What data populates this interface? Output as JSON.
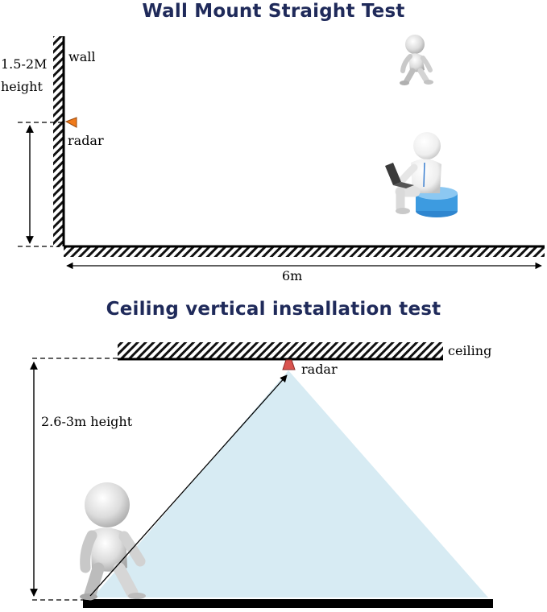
{
  "top": {
    "title": "Wall Mount Straight Test",
    "height_line1": "1.5-2M",
    "height_line2": "height",
    "wall_label": "wall",
    "radar_label": "radar",
    "distance_label": "6m"
  },
  "bottom": {
    "title": "Ceiling vertical installation test",
    "ceiling_label": "ceiling",
    "radar_label": "radar",
    "height_label": "2.6-3m height"
  },
  "colors": {
    "title": "#1f2a5a",
    "radar_top": "#f07a1a",
    "radar_bottom": "#d9534f",
    "coverage": "#d7ebf3",
    "stool": "#3d9be0"
  }
}
